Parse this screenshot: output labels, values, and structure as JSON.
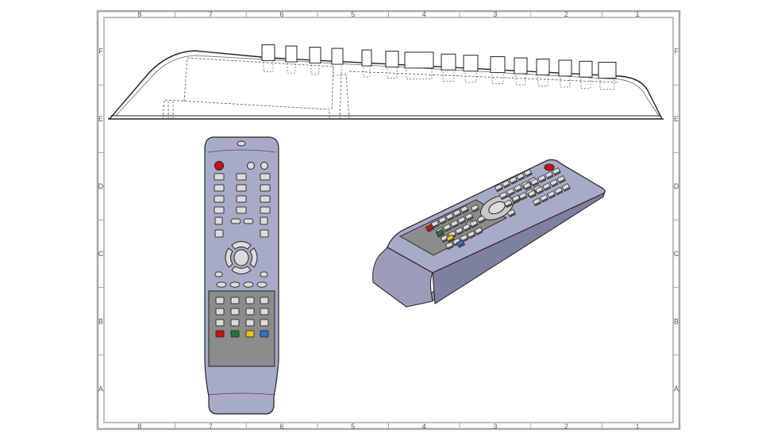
{
  "sheet": {
    "column_labels": [
      "8",
      "7",
      "6",
      "5",
      "4",
      "3",
      "2",
      "1"
    ],
    "row_labels": [
      "F",
      "E",
      "D",
      "C",
      "B",
      "A"
    ]
  },
  "colors": {
    "frame": "#a8a8a8",
    "body": "#a8abc8",
    "body_dark": "#8a8ca8",
    "key": "#dcdcdc",
    "key_stroke": "#333333",
    "pad": "#8c8c8c",
    "power": "#cc1111",
    "red": "#cc1111",
    "green": "#1f7a2a",
    "yellow": "#e6c619",
    "blue": "#2a72c8"
  },
  "views": {
    "side": "side-elevation",
    "front": "front-view",
    "iso": "isometric-view"
  }
}
